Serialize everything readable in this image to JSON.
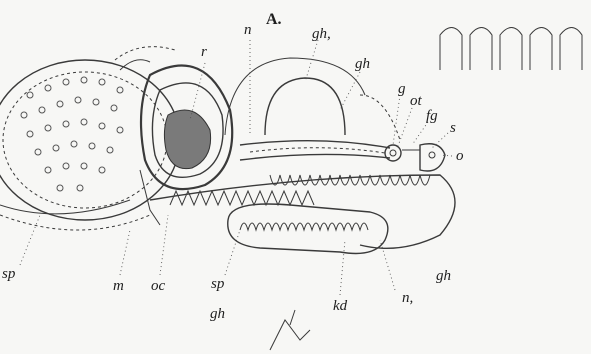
{
  "figure": {
    "title": "A.",
    "labels": {
      "r": "r",
      "n": "n",
      "gh1": "gh,",
      "gh_top": "gh",
      "g": "g",
      "ot": "ot",
      "fg": "fg",
      "s": "s",
      "o": "o",
      "sp_left": "sp",
      "m": "m",
      "oc": "oc",
      "sp_bottom": "sp",
      "gh_bottom": "gh",
      "kd": "kd",
      "n1": "n,",
      "gh_right": "gh"
    }
  }
}
